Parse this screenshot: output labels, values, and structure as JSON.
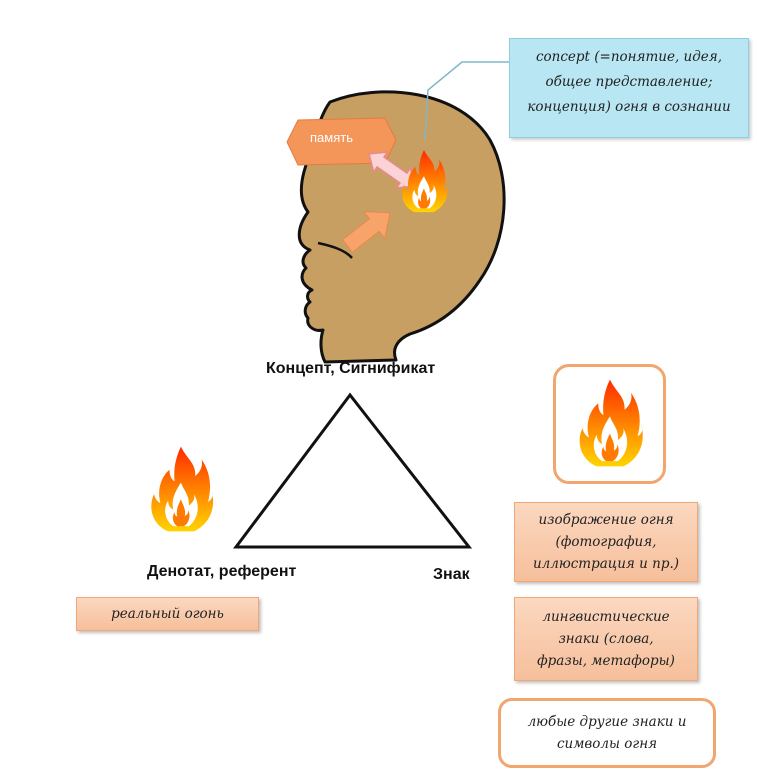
{
  "concept_label": "Концепт, Сигнификат",
  "denotat_label": "Денотат, референт",
  "znak_label": "Знак",
  "memory_tag": "память",
  "concept_note": {
    "line1": "concept (=понятие, идея,",
    "line2": "общее представление;",
    "line3": "концепция) огня в сознании"
  },
  "real_fire": "реальный огонь",
  "image_box": {
    "line1": "изображение огня",
    "line2": "(фотография,",
    "line3": "иллюстрация и пр.)"
  },
  "linguistic_box": {
    "line1": "лингвистические",
    "line2": "знаки (слова,",
    "line3": "фразы, метафоры)"
  },
  "other_box": {
    "line1": "любые другие знаки и",
    "line2": "символы огня"
  },
  "colors": {
    "head": "#c89f63",
    "orange_accent": "#f2a56f",
    "concept_box": "#b8e6f2",
    "memory_tag": "#f4955a"
  },
  "icons": [
    "head-silhouette",
    "flame-icon",
    "double-arrow-icon",
    "arrow-icon"
  ]
}
